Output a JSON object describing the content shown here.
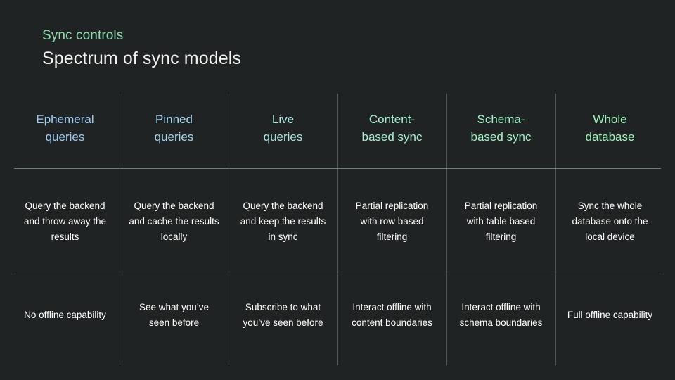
{
  "header": {
    "eyebrow": "Sync controls",
    "title": "Spectrum of sync models"
  },
  "colors": {
    "background": "#202323",
    "eyebrow": "#8fdcb0",
    "title": "#f2f2f2",
    "body_text": "#ffffff",
    "rule": "#7e998c",
    "divider": "#5d6f66"
  },
  "table": {
    "columns": [
      {
        "header": "Ephemeral\nqueries",
        "header_line1": "Ephemeral",
        "header_line2": "queries",
        "header_color": "#9ecbf0",
        "description": "Query the backend and throw away the results",
        "offline": "No offline capability"
      },
      {
        "header": "Pinned\nqueries",
        "header_line1": "Pinned",
        "header_line2": "queries",
        "header_color": "#a6d7ee",
        "description": "Query the backend and cache the results locally",
        "offline": "See what you’ve seen before"
      },
      {
        "header": "Live\nqueries",
        "header_line1": "Live",
        "header_line2": "queries",
        "header_color": "#abe6e3",
        "description": "Query the backend and keep the results in sync",
        "offline": "Subscribe to what you’ve seen before"
      },
      {
        "header": "Content-\nbased sync",
        "header_line1": "Content-",
        "header_line2": "based sync",
        "header_color": "#a7efd3",
        "description": "Partial replication with row based filtering",
        "offline": "Interact offline with content boundaries"
      },
      {
        "header": "Schema-\nbased sync",
        "header_line1": "Schema-",
        "header_line2": "based sync",
        "header_color": "#a3f3c8",
        "description": "Partial replication with table based filtering",
        "offline": "Interact offline with schema boundaries"
      },
      {
        "header": "Whole\ndatabase",
        "header_line1": "Whole",
        "header_line2": "database",
        "header_color": "#a0f5bd",
        "description": "Sync the whole database onto the local device",
        "offline": "Full offline capability"
      }
    ]
  }
}
